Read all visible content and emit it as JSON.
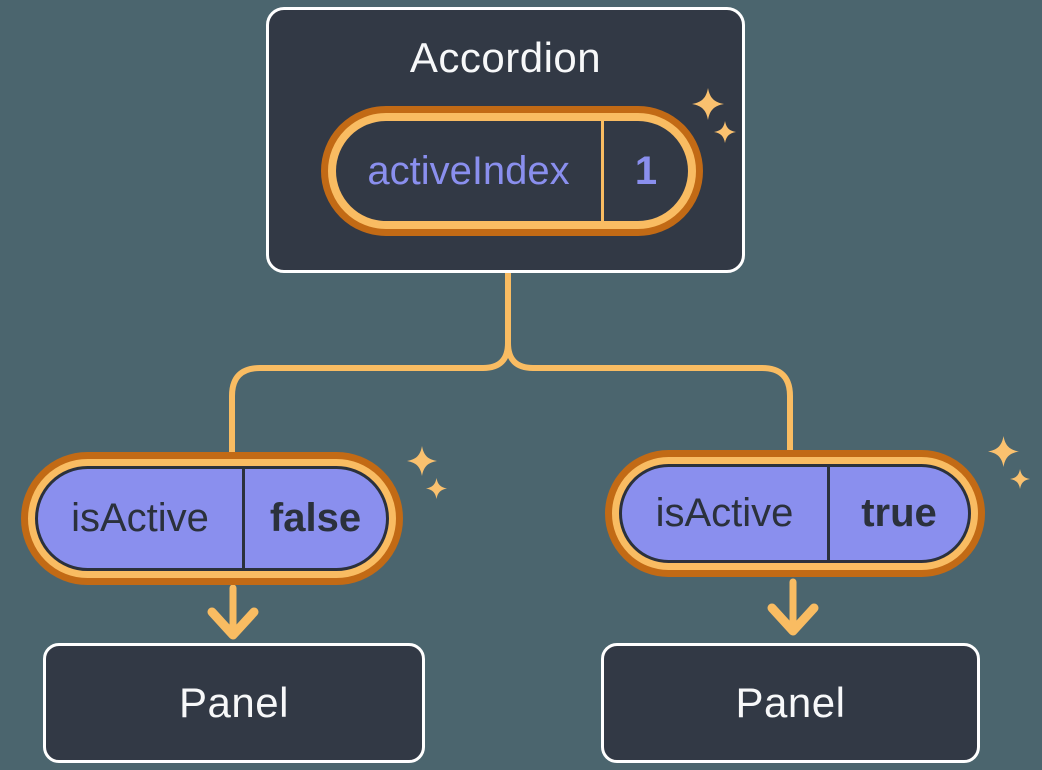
{
  "diagram": {
    "root": {
      "title": "Accordion",
      "state": {
        "name": "activeIndex",
        "value": "1"
      }
    },
    "children": [
      {
        "prop": {
          "name": "isActive",
          "value": "false"
        },
        "label": "Panel"
      },
      {
        "prop": {
          "name": "isActive",
          "value": "true"
        },
        "label": "Panel"
      }
    ]
  },
  "colors": {
    "bg": "#4B656E",
    "panel": "#323945",
    "panelBorder": "#FFFFFF",
    "lightText": "#F7F8F9",
    "purple": "#8A8FEE",
    "darkText": "#2B313C",
    "orangeDark": "#C26A15",
    "connector": "#F9BC62",
    "sparkle": "#FAC16F"
  }
}
